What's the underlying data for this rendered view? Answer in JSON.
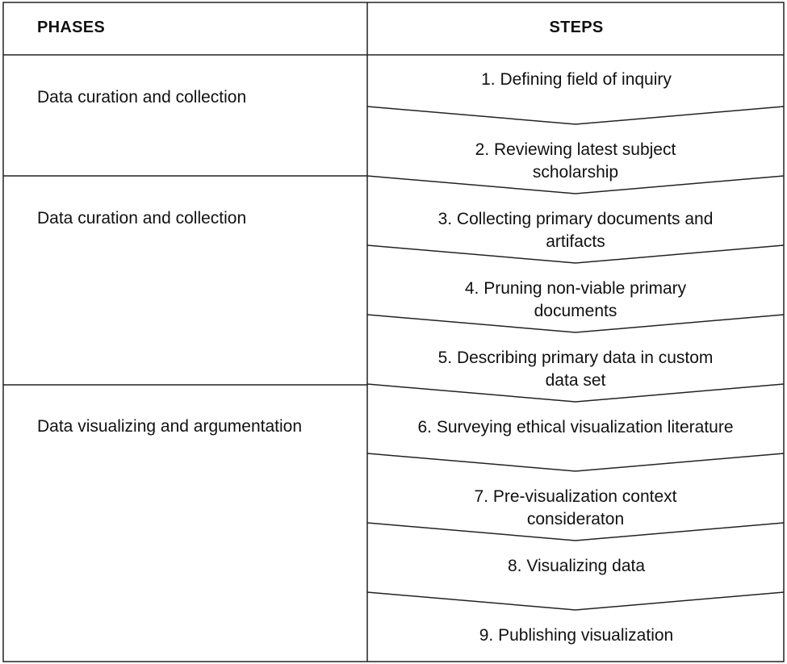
{
  "table": {
    "headers": {
      "phases": "PHASES",
      "steps": "STEPS"
    },
    "phases": [
      "Data curation and collection",
      "Data curation and collection",
      "Data visualizing and argumentation"
    ],
    "steps": [
      "1. Defining field of inquiry",
      "2. Reviewing latest subject scholarship",
      "3. Collecting primary documents and artifacts",
      "4. Pruning non-viable primary documents",
      "5. Describing primary data in custom data set",
      "6. Surveying ethical visualization literature",
      "7. Pre-visualization context consideraton",
      "8. Visualizing data",
      "9. Publishing visualization"
    ]
  }
}
